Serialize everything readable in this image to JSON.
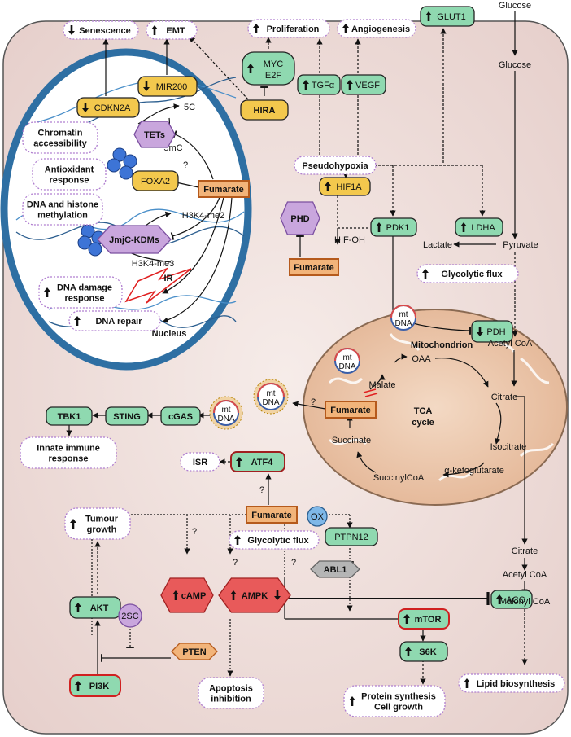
{
  "glucose_top": "Glucose",
  "glucose_in": "Glucose",
  "senescence": "Senescence",
  "emt": "EMT",
  "proliferation": "Proliferation",
  "angiogenesis": "Angiogenesis",
  "glut1": "GLUT1",
  "myc": "MYC",
  "e2f": "E2F",
  "mir200": "MIR200",
  "hira": "HIRA",
  "tgfa": "TGFα",
  "vegf": "VEGF",
  "cdkn2a": "CDKN2A",
  "c5": "5C",
  "mc5": "5mC",
  "tets": "TETs",
  "chromatin": [
    "Chromatin",
    "accessibility"
  ],
  "antioxidant": [
    "Antioxidant",
    "response"
  ],
  "dna_histone": [
    "DNA and histone",
    "methylation"
  ],
  "foxa2": "FOXA2",
  "q": "?",
  "fumarate": "Fumarate",
  "h3k4me2": "H3K4-me2",
  "h3k4me3": "H3K4-me3",
  "jmjc": "JmjC-KDMs",
  "ir": "IR",
  "dna_damage": [
    "DNA damage",
    "response"
  ],
  "dna_repair": "DNA repair",
  "nucleus": "Nucleus",
  "pseudohypoxia": "Pseudohypoxia",
  "hif1a": "HIF1A",
  "phd": "PHD",
  "hifoh": "HIF-OH",
  "pdk1": "PDK1",
  "ldha": "LDHA",
  "lactate": "Lactate",
  "pyruvate": "Pyruvate",
  "glycolytic_flux": "Glycolytic flux",
  "pdh": "PDH",
  "mito": "Mitochondrion",
  "oaa": "OAA",
  "acetylcoa": "Acetyl CoA",
  "malate": "Malate",
  "citrate": "Citrate",
  "tca": [
    "TCA",
    "cycle"
  ],
  "isocitrate": "Isocitrate",
  "succinate": "Succinate",
  "succinylcoa": "SuccinylCoA",
  "akg": "α-ketoglutarate",
  "mt": "mt",
  "dna": "DNA",
  "tbk1": "TBK1",
  "sting": "STING",
  "cgas": "cGAS",
  "innate": [
    "Innate immune",
    "response"
  ],
  "isr": "ISR",
  "atf4": "ATF4",
  "tumour": [
    "Tumour",
    "growth"
  ],
  "ox": "OX",
  "ptpn12": "PTPN12",
  "abl1": "ABL1",
  "camp": "cAMP",
  "ampk": "AMPK",
  "acc": "ACC",
  "akt": "AKT",
  "sc2": "2SC",
  "pten": "PTEN",
  "mtor": "mTOR",
  "s6k": "S6K",
  "pi3k": "PI3K",
  "citrate2": "Citrate",
  "acetylcoa2": "Acetyl CoA",
  "malonylcoa": "Malonyl CoA",
  "lipid": "Lipid biosynthesis",
  "apoptosis": [
    "Apoptosis",
    "inhibition"
  ],
  "protein": [
    "Protein synthesis",
    "Cell growth"
  ],
  "colors": {
    "green": "#8fd9b0",
    "yellow": "#f3c84d",
    "purple": "#c9a6dd",
    "fumarate": "#f2b47a",
    "red": "#e85a5a",
    "blue_nucleus": "#2e6fa3",
    "mito": "#e9c3a8"
  }
}
